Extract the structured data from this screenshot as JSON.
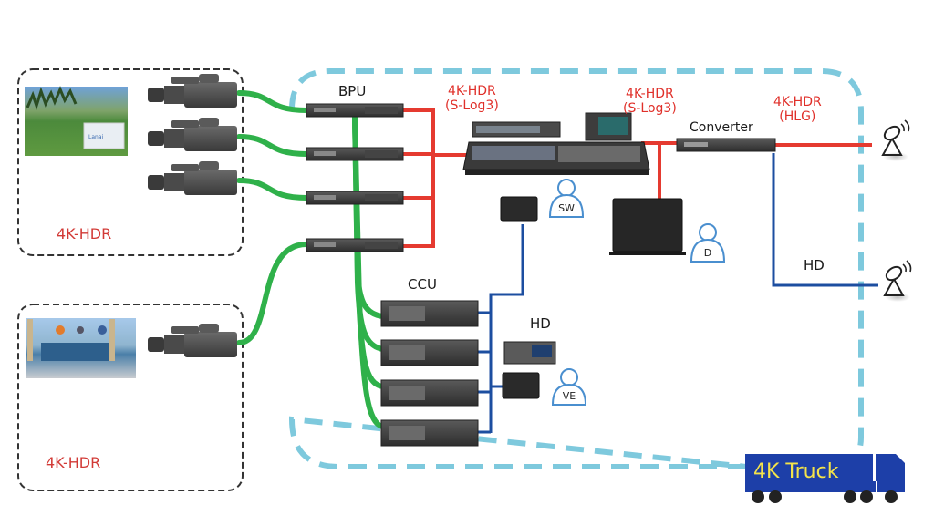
{
  "colors": {
    "signal_4k": "#e53a30",
    "fiber": "#2fb14a",
    "hd": "#1c4ea0",
    "truck_boundary": "#7ec9dd",
    "truck_body": "#1d3fa8",
    "truck_text": "#f4e34a",
    "zone_border": "#333333",
    "zone_label": "#d23a36"
  },
  "zones": [
    {
      "id": "venue-1",
      "label": "4K-HDR",
      "cameras": 3
    },
    {
      "id": "venue-2",
      "label": "4K-HDR",
      "cameras": 1
    }
  ],
  "labels": {
    "bpu": "BPU",
    "ccu": "CCU",
    "converter": "Converter",
    "hd_ccu": "HD",
    "hd_output": "HD",
    "switcher_out_line1": "4K-HDR",
    "switcher_out_line2": "(S-Log3)",
    "bpu_out_line1": "4K-HDR",
    "bpu_out_line2": "(S-Log3)",
    "converter_out_line1": "4K-HDR",
    "converter_out_line2": "(HLG)",
    "truck": "4K Truck"
  },
  "operators": [
    {
      "id": "switcher-operator",
      "label": "SW"
    },
    {
      "id": "director",
      "label": "D"
    },
    {
      "id": "video-engineer",
      "label": "VE"
    }
  ],
  "equipment": {
    "bpu_units": 4,
    "ccu_units": 4
  }
}
